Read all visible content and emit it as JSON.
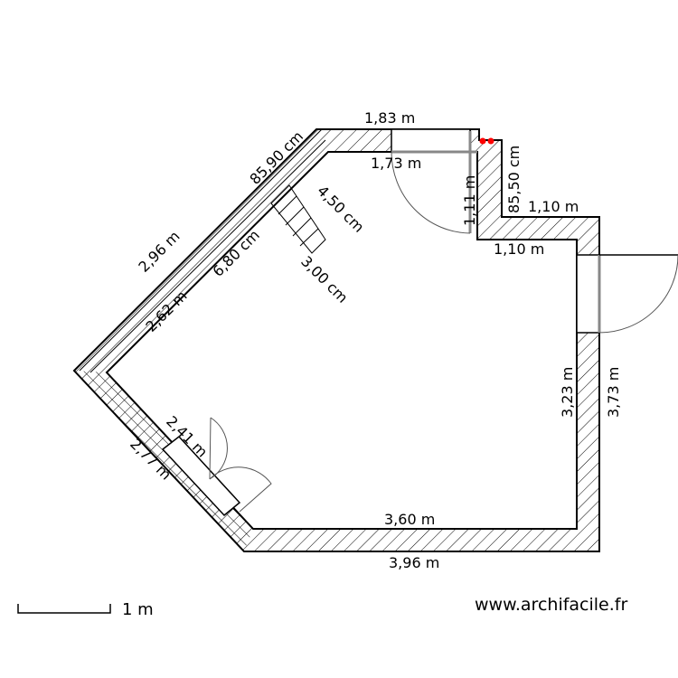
{
  "colors": {
    "wall_line": "#000000",
    "opening_line": "#888888",
    "marker": "#ff0000",
    "background": "#ffffff"
  },
  "dimensions": {
    "top_outer": "1,83 m",
    "top_inner": "1,73 m",
    "diag_outer": "85,90 cm",
    "diag_inner": "6,80 cm",
    "stair_a": "4,50 cm",
    "stair_b": "3,00 cm",
    "left_outer": "2,96 m",
    "left_inner": "2,62 m",
    "notch_vertical": "1,11 m",
    "notch_outer": "85,50 cm",
    "step_outer": "1,10 m",
    "step_inner": "1,10 m",
    "right_inner": "3,23 m",
    "right_outer": "3,73 m",
    "bottom_inner": "3,60 m",
    "bottom_outer": "3,96 m",
    "sw_inner": "2,41 m",
    "sw_outer": "2,77 m"
  },
  "scale": {
    "label": "1 m"
  },
  "watermark": "www.archifacile.fr"
}
